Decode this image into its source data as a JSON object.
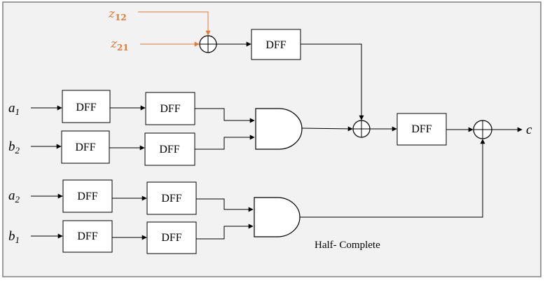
{
  "inputs": {
    "z12": {
      "base": "z",
      "sub": "12"
    },
    "z21": {
      "base": "z",
      "sub": "21"
    },
    "a1": {
      "base": "a",
      "sub": "1"
    },
    "b2": {
      "base": "b",
      "sub": "2"
    },
    "a2": {
      "base": "a",
      "sub": "2"
    },
    "b1": {
      "base": "b",
      "sub": "1"
    }
  },
  "output": {
    "label": "c"
  },
  "blocks": {
    "dff_label": "DFF"
  },
  "caption": "Half- Complete",
  "colors": {
    "accent_input": "#e07b39",
    "stroke": "#000000",
    "frame_fill": "#f2f2f2",
    "frame_border": "#7f7f7f"
  }
}
